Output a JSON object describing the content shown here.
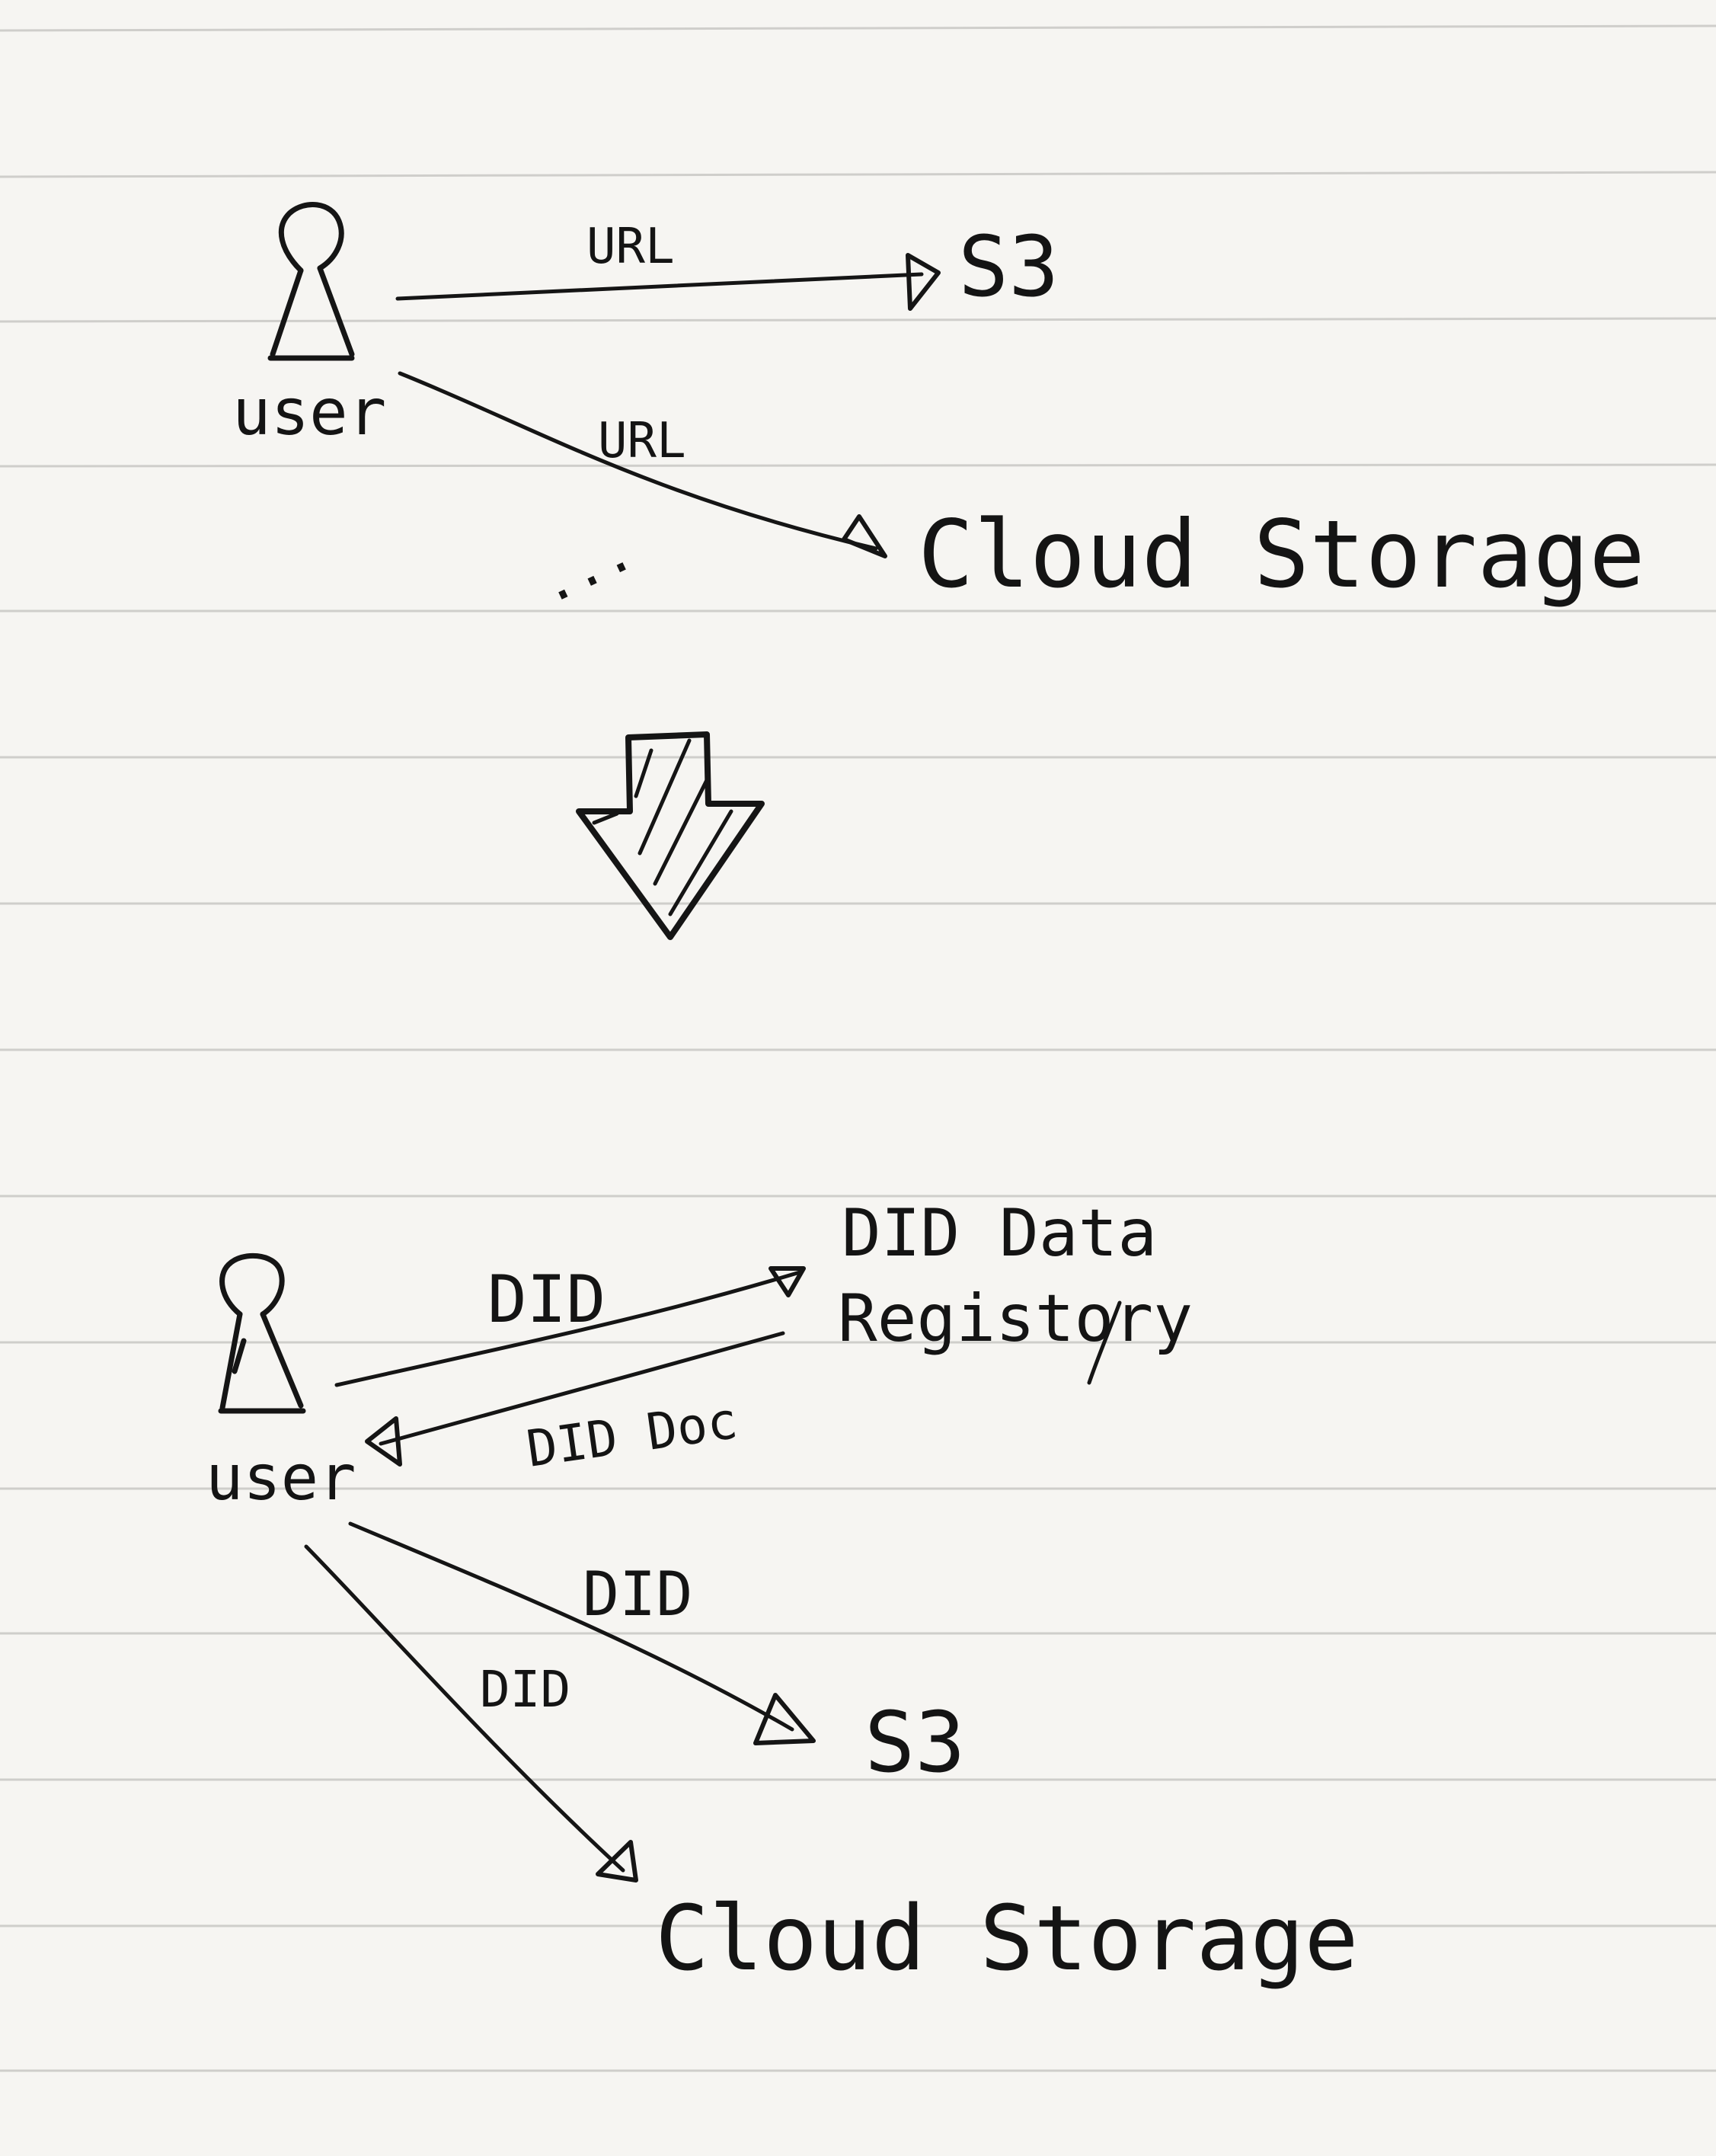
{
  "before": {
    "actor_label": "user",
    "edges": [
      {
        "label": "URL",
        "target": "S3"
      },
      {
        "label": "URL",
        "target": "Cloud Storage"
      }
    ],
    "ellipsis": "..."
  },
  "after": {
    "actor_label": "user",
    "registry_line1": "DID Data",
    "registry_line2": "Registory",
    "edges": [
      {
        "label": "DID",
        "target": "DID Data Registory"
      },
      {
        "label": "DID Doc",
        "target": "user"
      },
      {
        "label": "DID",
        "target": "S3"
      },
      {
        "label": "DID",
        "target": "Cloud Storage"
      }
    ],
    "s3": "S3",
    "cloud": "Cloud Storage"
  },
  "colors": {
    "paper": "#f6f5f2",
    "rule": "#c9c8c4",
    "ink": "#151515"
  }
}
